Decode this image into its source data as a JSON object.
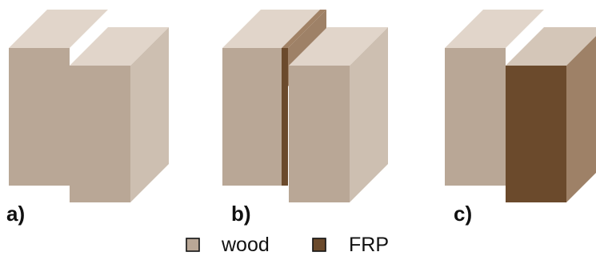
{
  "colors": {
    "wood_front": "#b9a796",
    "wood_top": "#e1d5ca",
    "wood_side": "#cdbfb1",
    "wood_back": "#d4c6b8",
    "frp_front": "#6b4a2c",
    "frp_side": "#9e8167",
    "frp_top": "#a18266"
  },
  "panels": [
    {
      "id": "a",
      "label": "a)",
      "material": "wood"
    },
    {
      "id": "b",
      "label": "b)",
      "material": "wood + thin FRP strip"
    },
    {
      "id": "c",
      "label": "c)",
      "material": "wood + FRP block"
    }
  ],
  "legend": [
    {
      "label": "wood",
      "swatch": "#b9a796"
    },
    {
      "label": "FRP",
      "swatch": "#6b4a2c"
    }
  ]
}
